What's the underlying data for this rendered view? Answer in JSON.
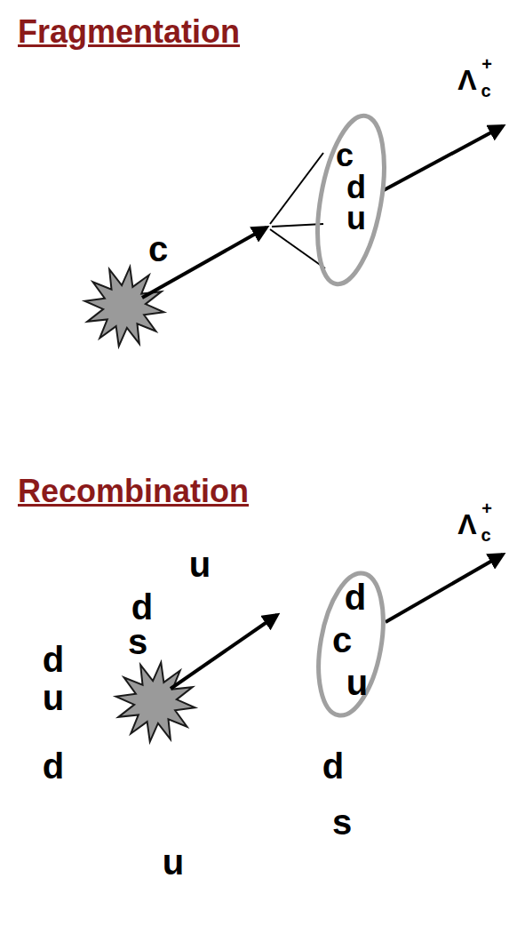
{
  "diagram": {
    "nodes": [
      {
        "text": [
          "c",
          "d",
          "u"
        ]
      },
      {
        "text": [
          "u",
          "d",
          "s",
          "d",
          "u",
          "d",
          "d",
          "s",
          "u"
        ]
      },
      {
        "text": [
          "d",
          "c",
          "u"
        ],
        "in": 1
      }
    ],
    "labels": [
      "Fragmentation",
      "c",
      "Λ",
      "c",
      "+",
      "Recombination",
      "Λ",
      "c",
      "+"
    ]
  }
}
